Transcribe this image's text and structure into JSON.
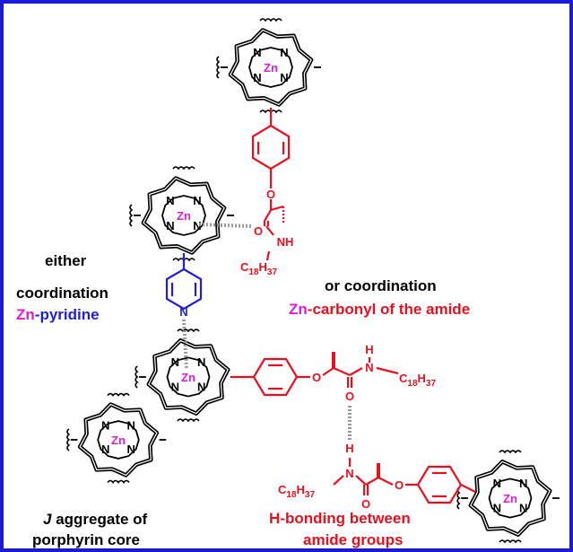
{
  "colors": {
    "frame": "#1a1adb",
    "red": "#e8101e",
    "blue": "#1f1fd6",
    "magenta": "#e01ad8",
    "black": "#000000"
  },
  "atoms": {
    "zn": "Zn",
    "n": "N",
    "o": "O",
    "h": "H",
    "nh": "NH",
    "c": "C",
    "c_sub": "18",
    "h_sub": "37"
  },
  "labels": {
    "either": "either",
    "coordination": "coordination",
    "zn": "Zn",
    "pyridine": "-pyridine",
    "or_coordination": "or coordination",
    "carbonyl": "-carbonyl of the amide",
    "j_letter": "J",
    "aggregate": " aggregate of",
    "porphyrin_core": "porphyrin core",
    "hbond1": "H-bonding between",
    "hbond2": "amide groups"
  }
}
